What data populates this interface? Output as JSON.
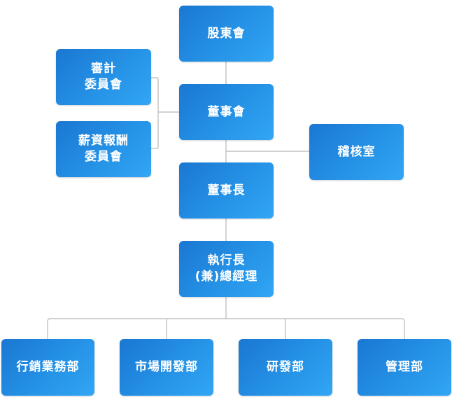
{
  "nodes": {
    "shareholders": {
      "lines": [
        "股東會"
      ]
    },
    "audit_committee": {
      "lines": [
        "審計",
        "委員會"
      ]
    },
    "remuneration_committee": {
      "lines": [
        "薪資報酬",
        "委員會"
      ]
    },
    "board": {
      "lines": [
        "董事會"
      ]
    },
    "internal_audit": {
      "lines": [
        "稽核室"
      ]
    },
    "chairman": {
      "lines": [
        "董事長"
      ]
    },
    "ceo": {
      "lines": [
        "執行長",
        "(兼)總經理"
      ]
    },
    "marketing_sales": {
      "lines": [
        "行銷業務部"
      ]
    },
    "market_development": {
      "lines": [
        "市場開發部"
      ]
    },
    "rnd": {
      "lines": [
        "研發部"
      ]
    },
    "management": {
      "lines": [
        "管理部"
      ]
    }
  },
  "colors": {
    "node_gradient_start": "#1a77d2",
    "node_gradient_end": "#32a6f4",
    "node_text": "#ffffff",
    "connector": "#b7b7b7"
  }
}
